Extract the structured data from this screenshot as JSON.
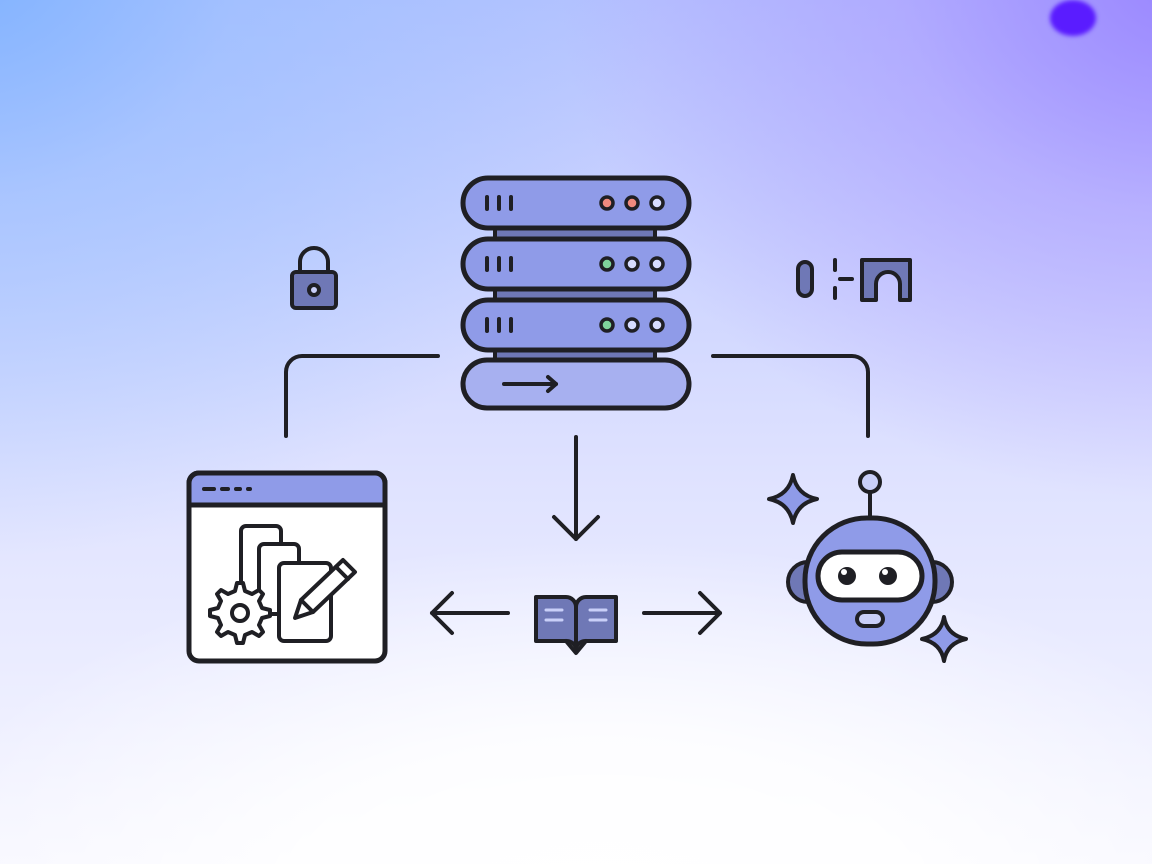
{
  "colors": {
    "stroke": "#1f1f24",
    "fill_primary": "#8f9be8",
    "fill_light": "#a7b0f0",
    "fill_dark": "#6f78b6",
    "led_red": "#f08a7e",
    "led_green": "#7fd39b",
    "accent_dot": "#5a1cff"
  },
  "nodes": [
    {
      "id": "server",
      "icon": "server-stack-icon"
    },
    {
      "id": "lock",
      "icon": "padlock-icon"
    },
    {
      "id": "connector",
      "icon": "plug-connector-icon"
    },
    {
      "id": "app-window",
      "icon": "document-editor-window-icon"
    },
    {
      "id": "knowledge-book",
      "icon": "open-book-icon"
    },
    {
      "id": "ai-robot",
      "icon": "robot-assistant-icon"
    }
  ],
  "edges": [
    {
      "from": "server",
      "to": "app-window",
      "style": "elbow-line"
    },
    {
      "from": "server",
      "to": "ai-robot",
      "style": "elbow-line"
    },
    {
      "from": "server",
      "to": "knowledge-book",
      "style": "arrow-down"
    },
    {
      "from": "knowledge-book",
      "to": "app-window",
      "style": "arrow-left"
    },
    {
      "from": "knowledge-book",
      "to": "ai-robot",
      "style": "arrow-right"
    }
  ]
}
